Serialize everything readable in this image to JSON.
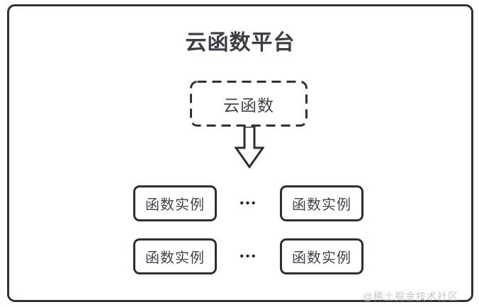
{
  "title": "云函数平台",
  "cloud_function_box": {
    "label": "云函数"
  },
  "rows": [
    {
      "left_box": "函数实例",
      "dots": "•••",
      "right_box": "函数实例"
    },
    {
      "left_box": "函数实例",
      "dots": "•••",
      "right_box": "函数实例"
    }
  ],
  "watermark": "@稀土掘金技术社区",
  "icons": {
    "down_arrow": "down-arrow-icon"
  },
  "colors": {
    "frame_border": "#2f3237",
    "box_border": "#2b2e33",
    "title_text": "#3b3f45",
    "body_text": "#3f434a",
    "watermark_text": "#c8c8c8",
    "background": "#ffffff"
  }
}
